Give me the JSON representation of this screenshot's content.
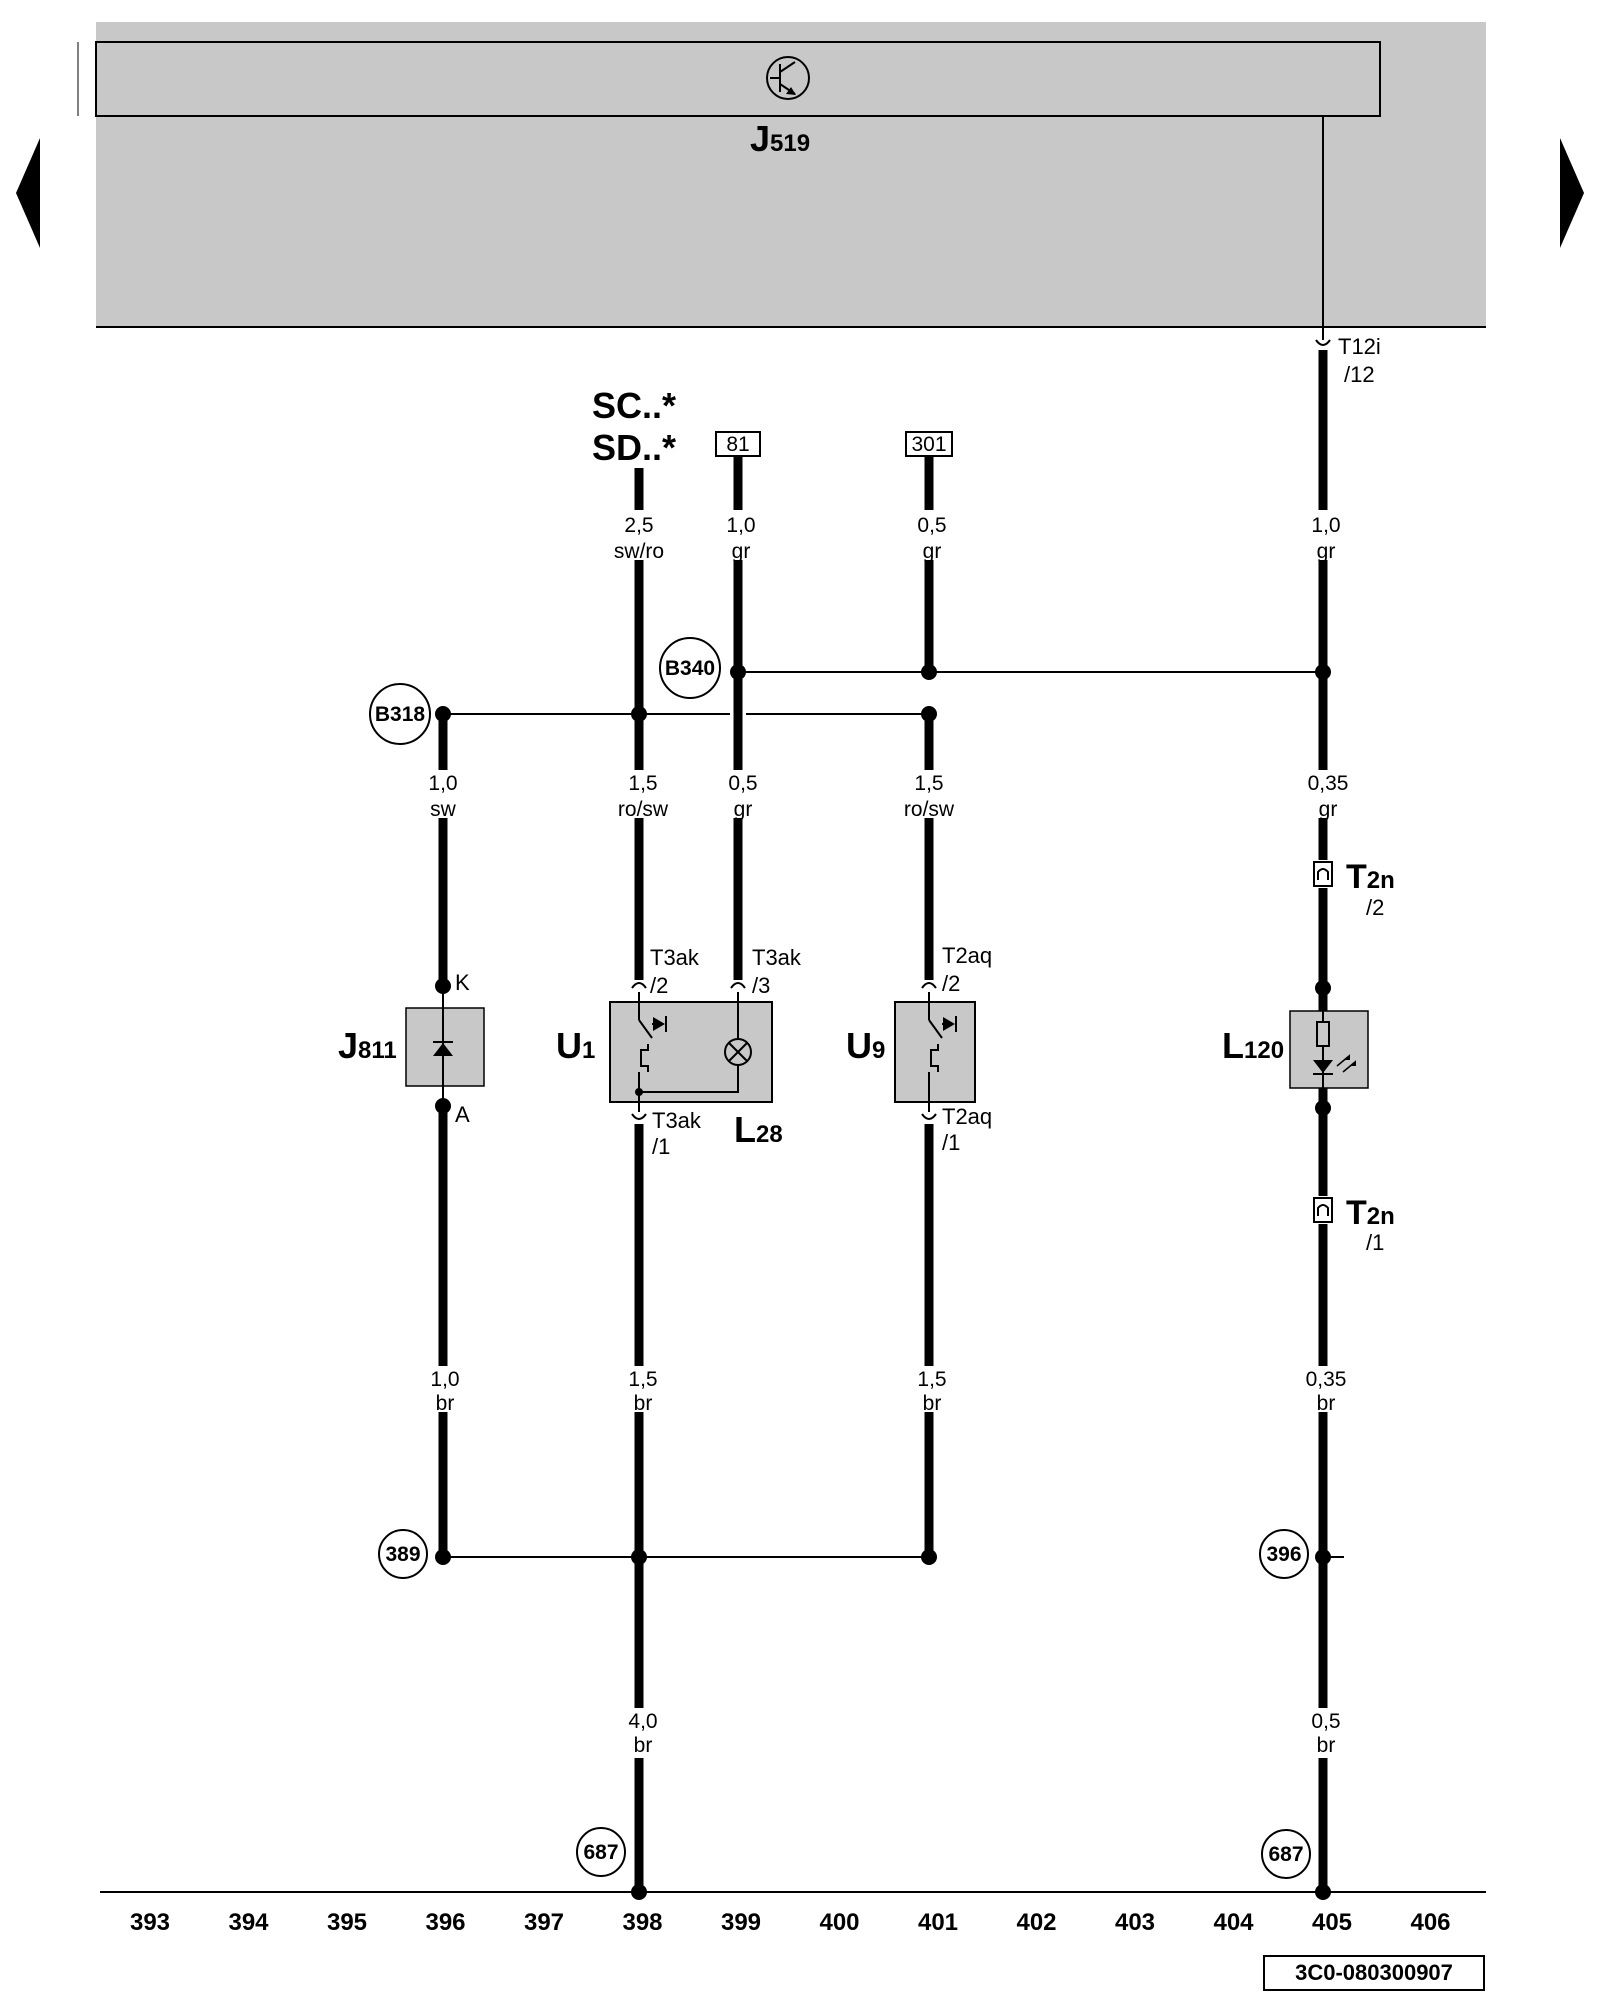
{
  "navigation": {
    "prev_icon": "triangle-left-icon",
    "next_icon": "triangle-right-icon"
  },
  "control_unit": {
    "name": "J",
    "sub": "519",
    "symbol": "transistor-icon",
    "pin": "T12i",
    "pin_num": "/12"
  },
  "sources": {
    "sc": "SC..*",
    "sd": "SD..*",
    "box_81": "81",
    "box_301": "301"
  },
  "wires": {
    "w_top_sc": {
      "size": "2,5",
      "color": "sw/ro"
    },
    "w_top_81": {
      "size": "1,0",
      "color": "gr"
    },
    "w_top_301": {
      "size": "0,5",
      "color": "gr"
    },
    "w_top_right": {
      "size": "1,0",
      "color": "gr"
    },
    "w_j811_top": {
      "size": "1,0",
      "color": "sw"
    },
    "w_u1_top": {
      "size": "1,5",
      "color": "ro/sw"
    },
    "w_l28_top": {
      "size": "0,5",
      "color": "gr"
    },
    "w_u9_top": {
      "size": "1,5",
      "color": "ro/sw"
    },
    "w_l120_top": {
      "size": "0,35",
      "color": "gr"
    },
    "w_j811_bot": {
      "size": "1,0",
      "color": "br"
    },
    "w_u1_bot": {
      "size": "1,5",
      "color": "br"
    },
    "w_u9_bot": {
      "size": "1,5",
      "color": "br"
    },
    "w_l120_bot": {
      "size": "0,35",
      "color": "br"
    },
    "w_ground_main": {
      "size": "4,0",
      "color": "br"
    },
    "w_ground_right": {
      "size": "0,5",
      "color": "br"
    }
  },
  "junctions": {
    "b318": "B318",
    "b340": "B340",
    "g389": "389",
    "g396": "396",
    "g687_left": "687",
    "g687_right": "687"
  },
  "components": {
    "j811": {
      "name": "J",
      "sub": "811",
      "pin_k": "K",
      "pin_a": "A"
    },
    "u1": {
      "name": "U",
      "sub": "1",
      "pin_top_left": "T3ak",
      "pin_top_left_num": "/2",
      "pin_top_right": "T3ak",
      "pin_top_right_num": "/3",
      "pin_bottom": "T3ak",
      "pin_bottom_num": "/1"
    },
    "l28": {
      "name": "L",
      "sub": "28"
    },
    "u9": {
      "name": "U",
      "sub": "9",
      "pin_top": "T2aq",
      "pin_top_num": "/2",
      "pin_bottom": "T2aq",
      "pin_bottom_num": "/1"
    },
    "l120": {
      "name": "L",
      "sub": "120"
    },
    "t2n_top": {
      "name": "T",
      "sub": "2n",
      "num": "/2"
    },
    "t2n_bottom": {
      "name": "T",
      "sub": "2n",
      "num": "/1"
    }
  },
  "columns": [
    "393",
    "394",
    "395",
    "396",
    "397",
    "398",
    "399",
    "400",
    "401",
    "402",
    "403",
    "404",
    "405",
    "406"
  ],
  "reference": "3C0-080300907"
}
